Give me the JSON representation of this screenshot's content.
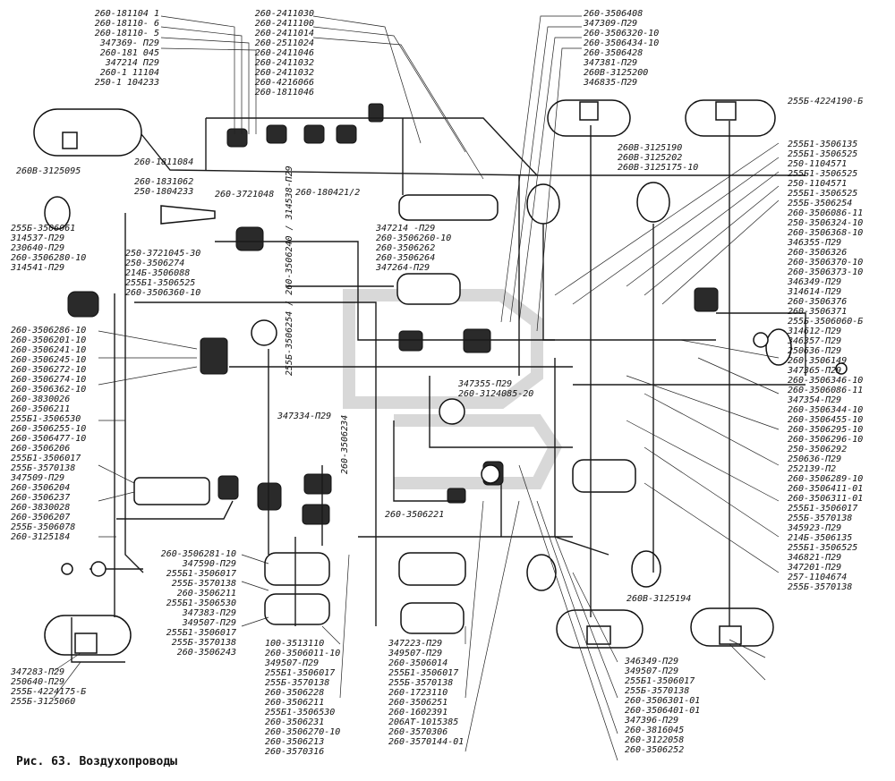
{
  "caption": "Рис. 63. Воздухопроводы",
  "labels_top_left": [
    "260-181104 1",
    "260-18110- 6",
    "260-18110- 5",
    "347369- П29",
    "260-181 045",
    "347214 П29",
    "260-1 11104",
    "250-1 104233"
  ],
  "labels_top_mid": [
    "260-2411030",
    "260-2411100",
    "260-2411014",
    "260-2511024",
    "260-2411046",
    "260-2411032",
    "260-2411032",
    "260-4216066",
    "260-1811046"
  ],
  "labels_top_right": [
    "260-3506408",
    "347309-П29",
    "260-3506320-10",
    "260-3506434-10",
    "260-3506428",
    "347381-П29",
    "260В-3125200",
    "346835-П29"
  ],
  "label_far_top_right": "255Б-4224190-Б",
  "labels_left_upper": [
    "260В-3125095",
    "260-1811084",
    "260-1831062",
    "250-1804233",
    "260-3721048",
    "260-180421/2"
  ],
  "labels_left_mid": [
    "255Б-3506061",
    "314537-П29",
    "230640-П29",
    "260-3506280-10",
    "314541-П29"
  ],
  "labels_center_upper": [
    "250-3721045-30",
    "250-3506274",
    "214Б-3506088",
    "255Б1-3506525",
    "260-3506360-10"
  ],
  "labels_center_vertical": [
    "347214 -П29",
    "260-3506260-10",
    "260-3506262",
    "260-3506264",
    "347264-П29"
  ],
  "labels_left_col": [
    "260-3506286-10",
    "260-3506201-10",
    "260-3506241-10",
    "260-3506245-10",
    "260-3506272-10",
    "260-3506274-10",
    "260-3506362-10",
    "260-3830026",
    "260-3506211",
    "255Б1-3506530",
    "260-3506255-10",
    "260-3506477-10",
    "260-3506206",
    "255Б1-3506017",
    "255Б-3570138",
    "347509-П29",
    "260-3506204",
    "260-3506237",
    "260-3830028",
    "260-3506207",
    "255Б-3506078",
    "260-3125184"
  ],
  "labels_left_bottom": [
    "347283-П29",
    "250640-П29",
    "255Б-4224175-Б",
    "255Б-3125060"
  ],
  "labels_right_col": [
    "255Б1-3506135",
    "255Б1-3506525",
    "250-1104571",
    "255Б1-3506525",
    "250-1104571",
    "255Б1-3506525",
    "255Б-3506254",
    "260-3506086-11",
    "250-3506324-10",
    "260-3506368-10",
    "346355-П29",
    "260-3506326",
    "260-3506370-10",
    "260-3506373-10",
    "346349-П29",
    "314614-П29",
    "260-3506376",
    "260-3506371",
    "255Б-3506060-Б",
    "314612-П29",
    "346357-П29",
    "250636-П29",
    "260-3506149",
    "347365-П29",
    "260-3506346-10",
    "260-3506086-11",
    "347354-П29",
    "260-3506344-10",
    "260-3506455-10",
    "260-3506295-10",
    "260-3506296-10",
    "250-3506292",
    "250636-П29",
    "252139-П2",
    "260-3506289-10",
    "260-3506411-01",
    "260-3506311-01",
    "255Б1-3506017",
    "255Б-3570138",
    "345923-П29",
    "214Б-3506135",
    "255Б1-3506525",
    "346821-П29",
    "347201-П29",
    "257-1104674",
    "255Б-3570138"
  ],
  "labels_right_mid_a": [
    "260В-3125190",
    "260В-3125202",
    "260В-3125175-10"
  ],
  "label_mid_right_bottom": "260В-3125194",
  "label_center_small": [
    "347355-П29",
    "260-3124085-20"
  ],
  "label_347334": "347334-П29",
  "label_vertical_234": "260-3506234",
  "label_vertical_group": "255Б-3506254 / 260-3506240 / 314538-П29",
  "label_221": "260-3506221",
  "labels_bottom_left_center": [
    "260-3506281-10",
    "347590-П29",
    "255Б1-3506017",
    "255Б-3570138",
    "260-3506211",
    "255Б1-3506530",
    "347383-П29",
    "349507-П29",
    "255Б1-3506017",
    "255Б-3570138",
    "260-3506243"
  ],
  "labels_bottom_center_1": [
    "100-3513110",
    "260-3506011-10",
    "349507-П29",
    "255Б1-3506017",
    "255Б-3570138",
    "260-3506228",
    "260-3506211",
    "255Б1-3506530",
    "260-3506231",
    "260-3506270-10",
    "260-3506213",
    "260-3570316"
  ],
  "labels_bottom_center_2": [
    "347223-П29",
    "349507-П29",
    "260-3506014",
    "255Б1-3506017",
    "255Б-3570138",
    "260-1723110",
    "260-3506251",
    "260-1602391",
    "206АТ-1015385",
    "260-3570306",
    "260-3570144-01"
  ],
  "labels_bottom_right_center": [
    "346349-П29",
    "349507-П29",
    "255Б1-3506017",
    "255Б-3570138",
    "260-3506301-01",
    "260-3506401-01",
    "347396-П29",
    "260-3816045",
    "260-3122058",
    "260-3506252"
  ]
}
